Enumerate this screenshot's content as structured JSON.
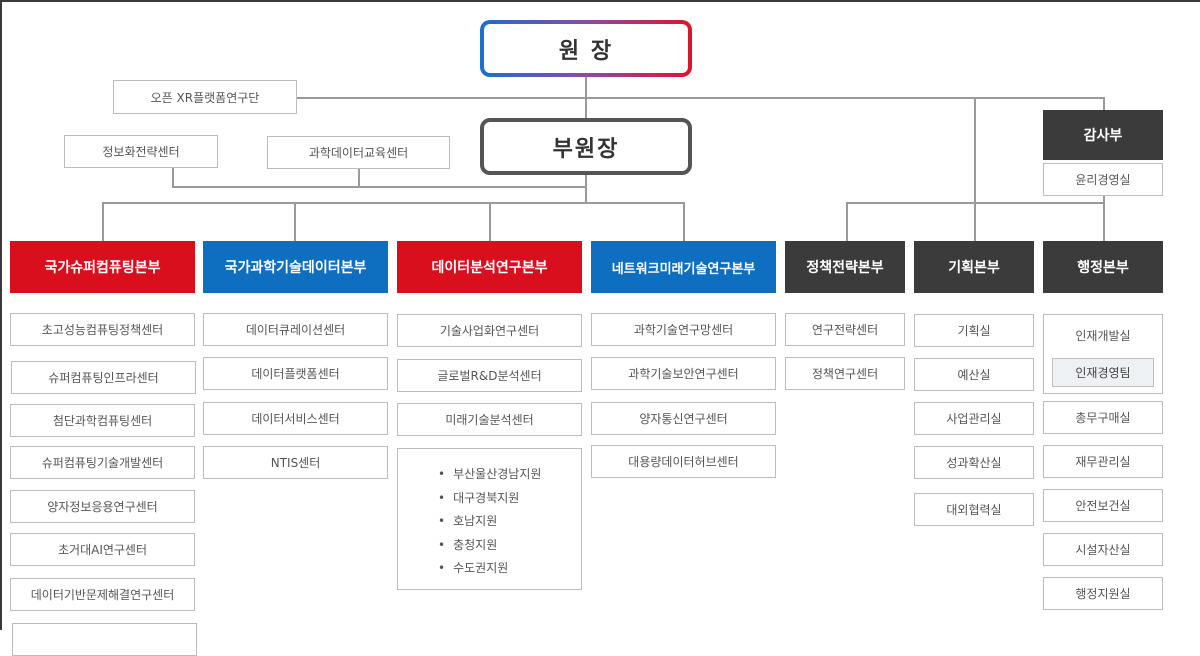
{
  "chart": {
    "top": {
      "chief": "원 장",
      "vice": "부원장"
    },
    "staff_units": {
      "xr": "오픈 XR플랫폼연구단",
      "info_strategy": "정보화전략센터",
      "data_education": "과학데이터교육센터"
    },
    "audit": {
      "title": "감사부",
      "sub": "윤리경영실"
    },
    "colors": {
      "red": "#d90f1e",
      "blue": "#0e6fc1",
      "dark": "#3b3b3b",
      "chief_gradient": [
        "#1a6fd1",
        "#e0132a"
      ]
    },
    "divisions": [
      {
        "title": "국가슈퍼컴퓨팅본부",
        "color": "red",
        "units": [
          "초고성능컴퓨팅정책센터",
          "슈퍼컴퓨팅인프라센터",
          "첨단과학컴퓨팅센터",
          "슈퍼컴퓨팅기술개발센터",
          "양자정보응용연구센터",
          "초거대AI연구센터",
          "데이터기반문제해결연구센터"
        ]
      },
      {
        "title": "국가과학기술데이터본부",
        "color": "blue",
        "units": [
          "데이터큐레이션센터",
          "데이터플랫폼센터",
          "데이터서비스센터",
          "NTIS센터"
        ]
      },
      {
        "title": "데이터분석연구본부",
        "color": "red",
        "units": [
          "기술사업화연구센터",
          "글로벌R&D분석센터",
          "미래기술분석센터"
        ],
        "regions": [
          "부산울산경남지원",
          "대구경북지원",
          "호남지원",
          "충청지원",
          "수도권지원"
        ]
      },
      {
        "title": "네트워크미래기술연구본부",
        "color": "blue",
        "units": [
          "과학기술연구망센터",
          "과학기술보안연구센터",
          "양자통신연구센터",
          "대용량데이터허브센터"
        ]
      },
      {
        "title": "정책전략본부",
        "color": "dark",
        "units": [
          "연구전략센터",
          "정책연구센터"
        ]
      },
      {
        "title": "기획본부",
        "color": "dark",
        "units": [
          "기획실",
          "예산실",
          "사업관리실",
          "성과확산실",
          "대외협력실"
        ]
      },
      {
        "title": "행정본부",
        "color": "dark",
        "group": {
          "title": "인재개발실",
          "sub": "인재경영팀"
        },
        "units": [
          "총무구매실",
          "재무관리실",
          "안전보건실",
          "시설자산실",
          "행정지원실"
        ]
      }
    ]
  }
}
